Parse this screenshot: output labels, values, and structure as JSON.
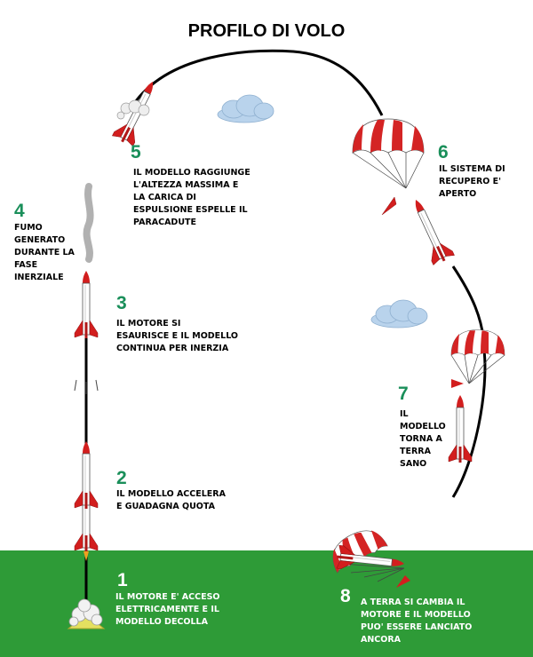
{
  "title": "PROFILO DI VOLO",
  "colors": {
    "ground": "#2e9b37",
    "number": "#1a8f5a",
    "number_on_ground": "#ffffff",
    "rocket_red": "#d21e1e",
    "chute_red": "#d42424",
    "cloud": "#b9d3ec"
  },
  "steps": [
    {
      "number": "1",
      "lines": [
        "IL MOTORE E' ACCESO",
        "ELETTRICAMENTE E IL",
        "MODELLO DECOLLA"
      ]
    },
    {
      "number": "2",
      "lines": [
        "IL MODELLO ACCELERA",
        "E GUADAGNA QUOTA"
      ]
    },
    {
      "number": "3",
      "lines": [
        "IL MOTORE SI",
        "ESAURISCE E IL MODELLO",
        "CONTINUA PER INERZIA"
      ]
    },
    {
      "number": "4",
      "lines": [
        "FUMO",
        "GENERATO",
        "DURANTE LA",
        "FASE",
        "INERZIALE"
      ]
    },
    {
      "number": "5",
      "lines": [
        "IL MODELLO RAGGIUNGE",
        "L'ALTEZZA MASSIMA E",
        "LA CARICA DI",
        "ESPULSIONE ESPELLE IL",
        "PARACADUTE"
      ]
    },
    {
      "number": "6",
      "lines": [
        "IL SISTEMA DI",
        "RECUPERO E'",
        "APERTO"
      ]
    },
    {
      "number": "7",
      "lines": [
        "IL",
        "MODELLO",
        "TORNA A",
        "TERRA",
        "SANO"
      ]
    },
    {
      "number": "8",
      "lines": [
        "A TERRA SI CAMBIA IL",
        "MOTORE E IL MODELLO",
        "PUO' ESSERE LANCIATO",
        "ANCORA"
      ]
    }
  ]
}
